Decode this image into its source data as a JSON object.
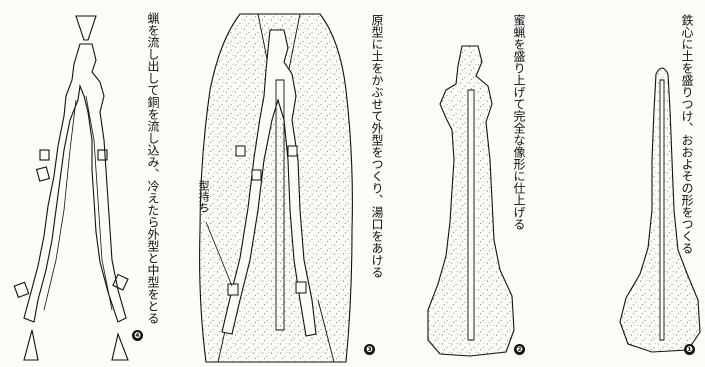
{
  "steps": [
    {
      "number": "❹",
      "caption": "蝋を流し出して銅を流し込み、冷えたら外型と中型をとる"
    },
    {
      "number": "❸",
      "caption": "原型に土をかぶせて外型をつくり、湯口をあける"
    },
    {
      "number": "❷",
      "caption": "蜜蝋を盛り上げて完全な像形に仕上げる"
    },
    {
      "number": "❶",
      "caption": "鉄心に土を盛りつけ、おおよその形をつくる"
    }
  ],
  "callout": {
    "label": "型持ち"
  },
  "colors": {
    "ink": "#111111",
    "paper": "#fbfbf8",
    "stipple": "#555555"
  }
}
